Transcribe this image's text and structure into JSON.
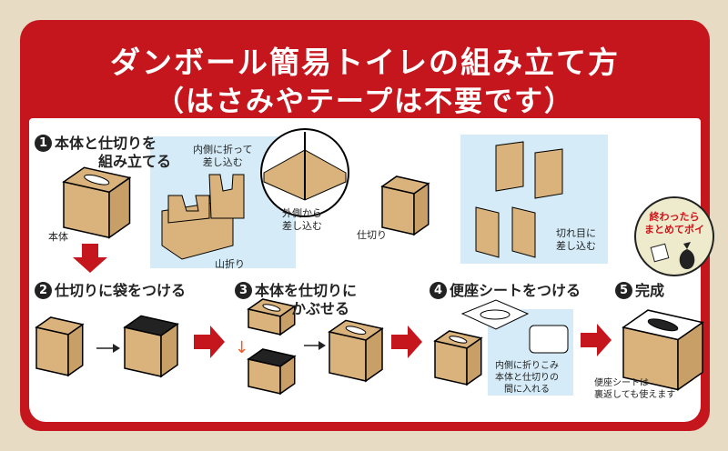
{
  "title": {
    "line1": "ダンボール簡易トイレの組み立て方",
    "line2": "（はさみやテープは不要です）"
  },
  "steps": [
    {
      "num": "1",
      "label_a": "本体と仕切りを",
      "label_b": "組み立てる"
    },
    {
      "num": "2",
      "label": "仕切りに袋をつける"
    },
    {
      "num": "3",
      "label_a": "本体を仕切りに",
      "label_b": "かぶせる"
    },
    {
      "num": "4",
      "label": "便座シートをつける"
    },
    {
      "num": "5",
      "label": "完成"
    }
  ],
  "notes": {
    "body": "本体",
    "partition": "仕切り",
    "fold_in_a": "内側に折って",
    "fold_in_b": "差し込む",
    "outside_a": "外側から",
    "outside_b": "差し込む",
    "mountain_fold": "山折り",
    "slit_a": "切れ目に",
    "slit_b": "差し込む",
    "seat_a": "内側に折りこみ",
    "seat_b": "本体と仕切りの",
    "seat_c": "間に入れる",
    "reverse_a": "便座シートは",
    "reverse_b": "裏返しても使えます",
    "dispose_a": "終わったら",
    "dispose_b": "まとめてポイ"
  },
  "colors": {
    "red": "#c6161d",
    "cardboard": "#d9b27c",
    "blue": "#d5ecf8",
    "orange": "#f05a28"
  }
}
